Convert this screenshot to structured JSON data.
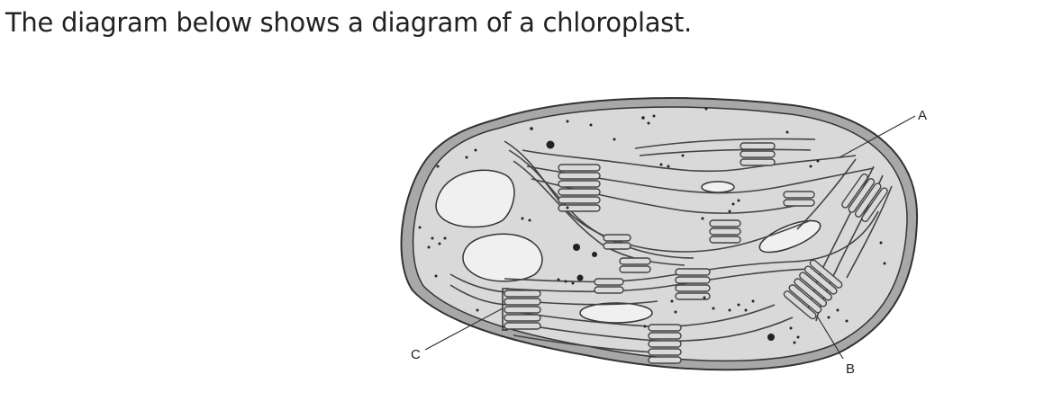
{
  "question": {
    "text": "The diagram below shows a diagram of a chloroplast."
  },
  "diagram": {
    "labels": {
      "a": "A",
      "b": "B",
      "c": "C"
    }
  }
}
